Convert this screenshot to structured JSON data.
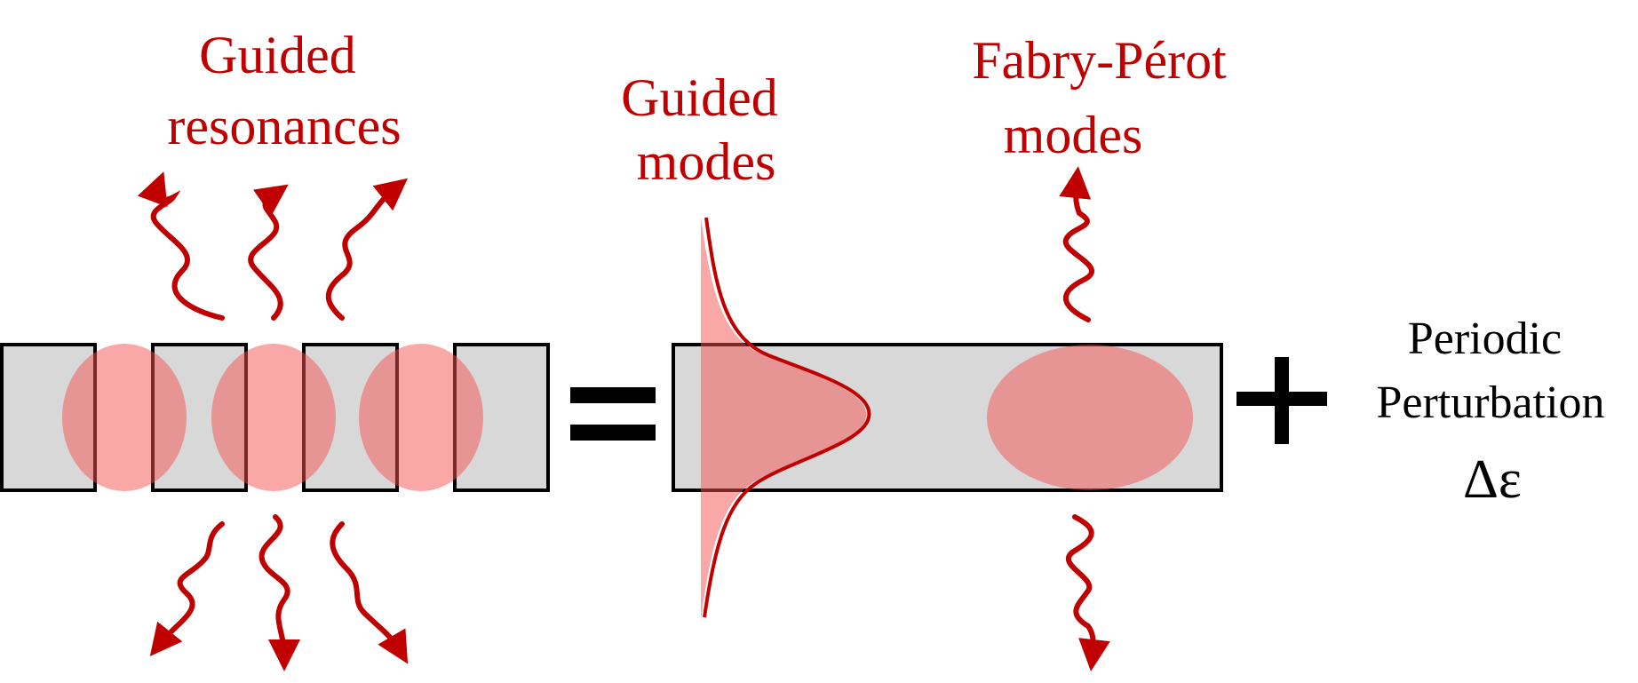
{
  "labels": {
    "guided_resonances": [
      "Guided",
      "resonances"
    ],
    "guided_modes": [
      "Guided",
      "modes"
    ],
    "fabry_perot_modes": [
      "Fabry-Pérot",
      "modes"
    ],
    "periodic_perturbation": [
      "Periodic",
      "Perturbation"
    ],
    "delta_epsilon": "Δε"
  },
  "operators": {
    "equals": "equals-sign",
    "plus": "plus-sign"
  },
  "colors": {
    "accent_red": "#c00000",
    "field_pink": "#f06a6a",
    "slab_gray": "#d8d8d8",
    "outline": "#000000"
  }
}
